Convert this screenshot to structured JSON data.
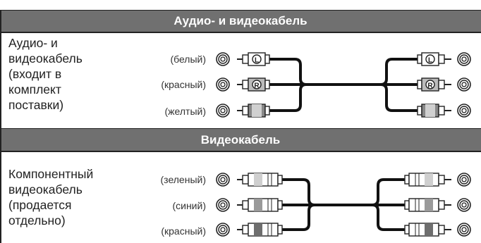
{
  "section1": {
    "title": "Аудио- и видеокабель",
    "description": [
      "Аудио- и",
      "видеокабель",
      "(входит в",
      "комплект",
      "поставки)"
    ],
    "plugs": [
      {
        "color_label": "(белый)",
        "marker": "L"
      },
      {
        "color_label": "(красный)",
        "marker": "R"
      },
      {
        "color_label": "(желтый)",
        "marker": ""
      }
    ]
  },
  "section2": {
    "title": "Видеокабель",
    "description": [
      "Компонентный",
      "видеокабель",
      "(продается",
      "отдельно)"
    ],
    "plugs": [
      {
        "color_label": "(зеленый)"
      },
      {
        "color_label": "(синий)"
      },
      {
        "color_label": "(красный)"
      }
    ]
  },
  "colors": {
    "header_bg": "#707070",
    "line": "#222222"
  }
}
